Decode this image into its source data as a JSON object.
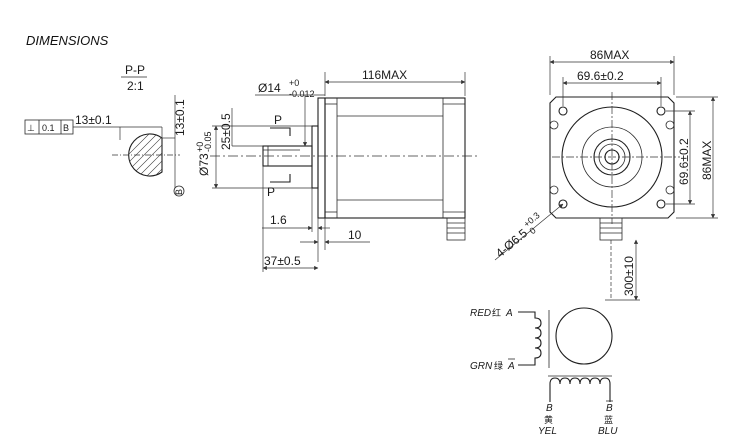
{
  "title": "DIMENSIONS",
  "section": {
    "name": "P-P",
    "scale": "2:1"
  },
  "tolerance": {
    "symbol": "⊥",
    "value": "0.1",
    "datum": "B"
  },
  "shaft_section": {
    "flat": "13±0.1",
    "height": "13±0.1",
    "datum": "B"
  },
  "side_view": {
    "body_length": "116MAX",
    "shaft_dia": "Ø14",
    "shaft_tol_upper": "+0",
    "shaft_tol_lower": "-0.012",
    "boss_dia": "Ø73",
    "boss_tol_upper": "+0",
    "boss_tol_lower": "-0.05",
    "key_length": "25±0.5",
    "boss_height": "1.6",
    "flange": "10",
    "shaft_length": "37±0.5",
    "section_mark": "P"
  },
  "front_view": {
    "width": "86MAX",
    "hole_spacing_h": "69.6±0.2",
    "hole_spacing_v": "69.6±0.2",
    "height": "86MAX",
    "holes": "4-Ø6.5",
    "holes_tol_upper": "+0.3",
    "holes_tol_lower": "0",
    "lead_length": "300±10"
  },
  "wiring": {
    "red_label": "RED",
    "red_cn": "红",
    "phase_a": "A",
    "grn_label": "GRN",
    "grn_cn": "绿",
    "phase_a_bar": "A",
    "phase_b": "B",
    "yel_cn": "黄",
    "yel_label": "YEL",
    "phase_b_bar": "B",
    "blu_cn": "蓝",
    "blu_label": "BLU"
  }
}
